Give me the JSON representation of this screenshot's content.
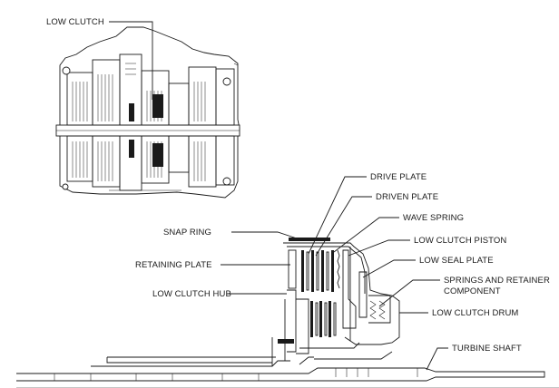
{
  "labels": {
    "low_clutch_overview": "LOW CLUTCH",
    "drive_plate": "DRIVE PLATE",
    "driven_plate": "DRIVEN PLATE",
    "wave_spring": "WAVE SPRING",
    "snap_ring": "SNAP RING",
    "low_clutch_piston": "LOW CLUTCH PISTON",
    "retaining_plate": "RETAINING PLATE",
    "low_seal_plate": "LOW SEAL PLATE",
    "springs_retainer_line1": "SPRINGS AND RETAINER",
    "springs_retainer_line2": "COMPONENT",
    "low_clutch_hub": "LOW CLUTCH HUB",
    "low_clutch_drum": "LOW CLUTCH DRUM",
    "turbine_shaft": "TURBINE SHAFT"
  }
}
